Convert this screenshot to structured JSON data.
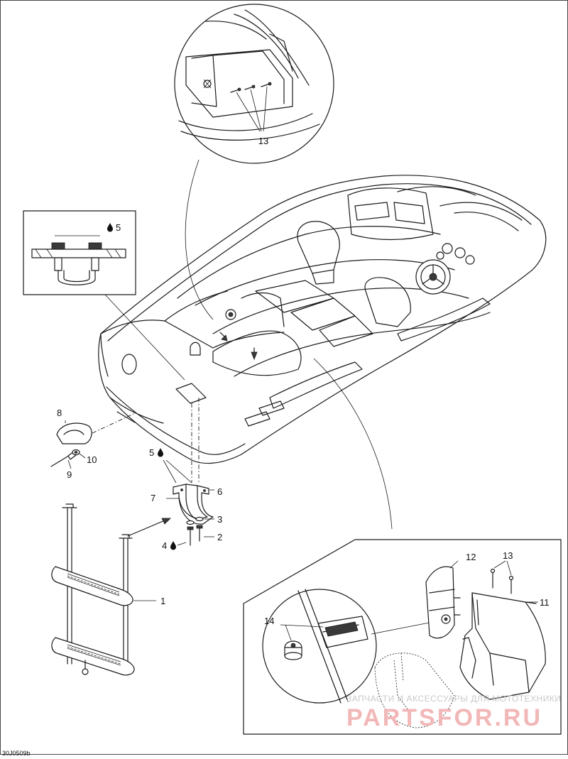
{
  "figure_code": "30J0509b",
  "watermark": {
    "line1": "ЗАПЧАСТИ И АКСЕССУАРЫ ДЛЯ МОТОТЕХНИКИ",
    "line2": "PARTSFOR.RU"
  },
  "callouts": {
    "c1": "1",
    "c2": "2",
    "c3": "3",
    "c4": "4",
    "c5_detail": "5",
    "c5_bracket": "5",
    "c6": "6",
    "c7": "7",
    "c8": "8",
    "c9": "9",
    "c10": "10",
    "c11": "11",
    "c12": "12",
    "c13_top": "13",
    "c13_bottom": "13",
    "c14": "14"
  },
  "icons": {
    "adhesive": "drop-icon"
  },
  "colors": {
    "line": "#1a1a1a",
    "watermark_text": "#c9c9c9",
    "watermark_logo": "#f2b7b7"
  }
}
